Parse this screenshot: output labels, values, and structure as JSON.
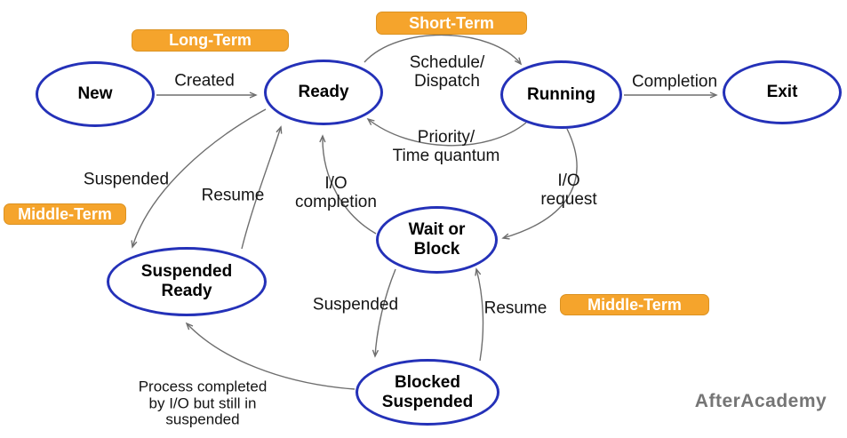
{
  "colors": {
    "node_border": "#2431b8",
    "node_fill": "#ffffff",
    "edge_stroke": "#6e6e6e",
    "label_text": "#141414",
    "badge_bg": "#f5a42c",
    "badge_border": "#db9222",
    "badge_text": "#ffffff",
    "watermark_text": "#757575"
  },
  "nodes": {
    "new": {
      "label": "New"
    },
    "ready": {
      "label": "Ready"
    },
    "running": {
      "label": "Running"
    },
    "exit": {
      "label": "Exit"
    },
    "wait_or_block": {
      "label": "Wait or\nBlock"
    },
    "suspended_ready": {
      "label": "Suspended\nReady"
    },
    "blocked_suspended": {
      "label": "Blocked\nSuspended"
    }
  },
  "edges": {
    "created": {
      "label": "Created",
      "from": "new",
      "to": "ready"
    },
    "schedule_dispatch": {
      "label": "Schedule/\nDispatch",
      "from": "ready",
      "to": "running"
    },
    "priority_time_quantum": {
      "label": "Priority/\nTime quantum",
      "from": "running",
      "to": "ready"
    },
    "completion": {
      "label": "Completion",
      "from": "running",
      "to": "exit"
    },
    "io_request": {
      "label": "I/O\nrequest",
      "from": "running",
      "to": "wait_or_block"
    },
    "io_completion": {
      "label": "I/O\ncompletion",
      "from": "wait_or_block",
      "to": "ready"
    },
    "suspended_from_ready": {
      "label": "Suspended",
      "from": "ready",
      "to": "suspended_ready"
    },
    "resume_to_ready": {
      "label": "Resume",
      "from": "suspended_ready",
      "to": "ready"
    },
    "suspended_from_block": {
      "label": "Suspended",
      "from": "wait_or_block",
      "to": "blocked_suspended"
    },
    "resume_to_block": {
      "label": "Resume",
      "from": "blocked_suspended",
      "to": "wait_or_block"
    },
    "process_completed": {
      "label": "Process completed\nby I/O but still in\nsuspended",
      "from": "blocked_suspended",
      "to": "suspended_ready"
    }
  },
  "badges": {
    "long_term": {
      "label": "Long-Term"
    },
    "short_term": {
      "label": "Short-Term"
    },
    "middle_term_left": {
      "label": "Middle-Term"
    },
    "middle_term_right": {
      "label": "Middle-Term"
    }
  },
  "watermark": {
    "label": "AfterAcademy"
  }
}
